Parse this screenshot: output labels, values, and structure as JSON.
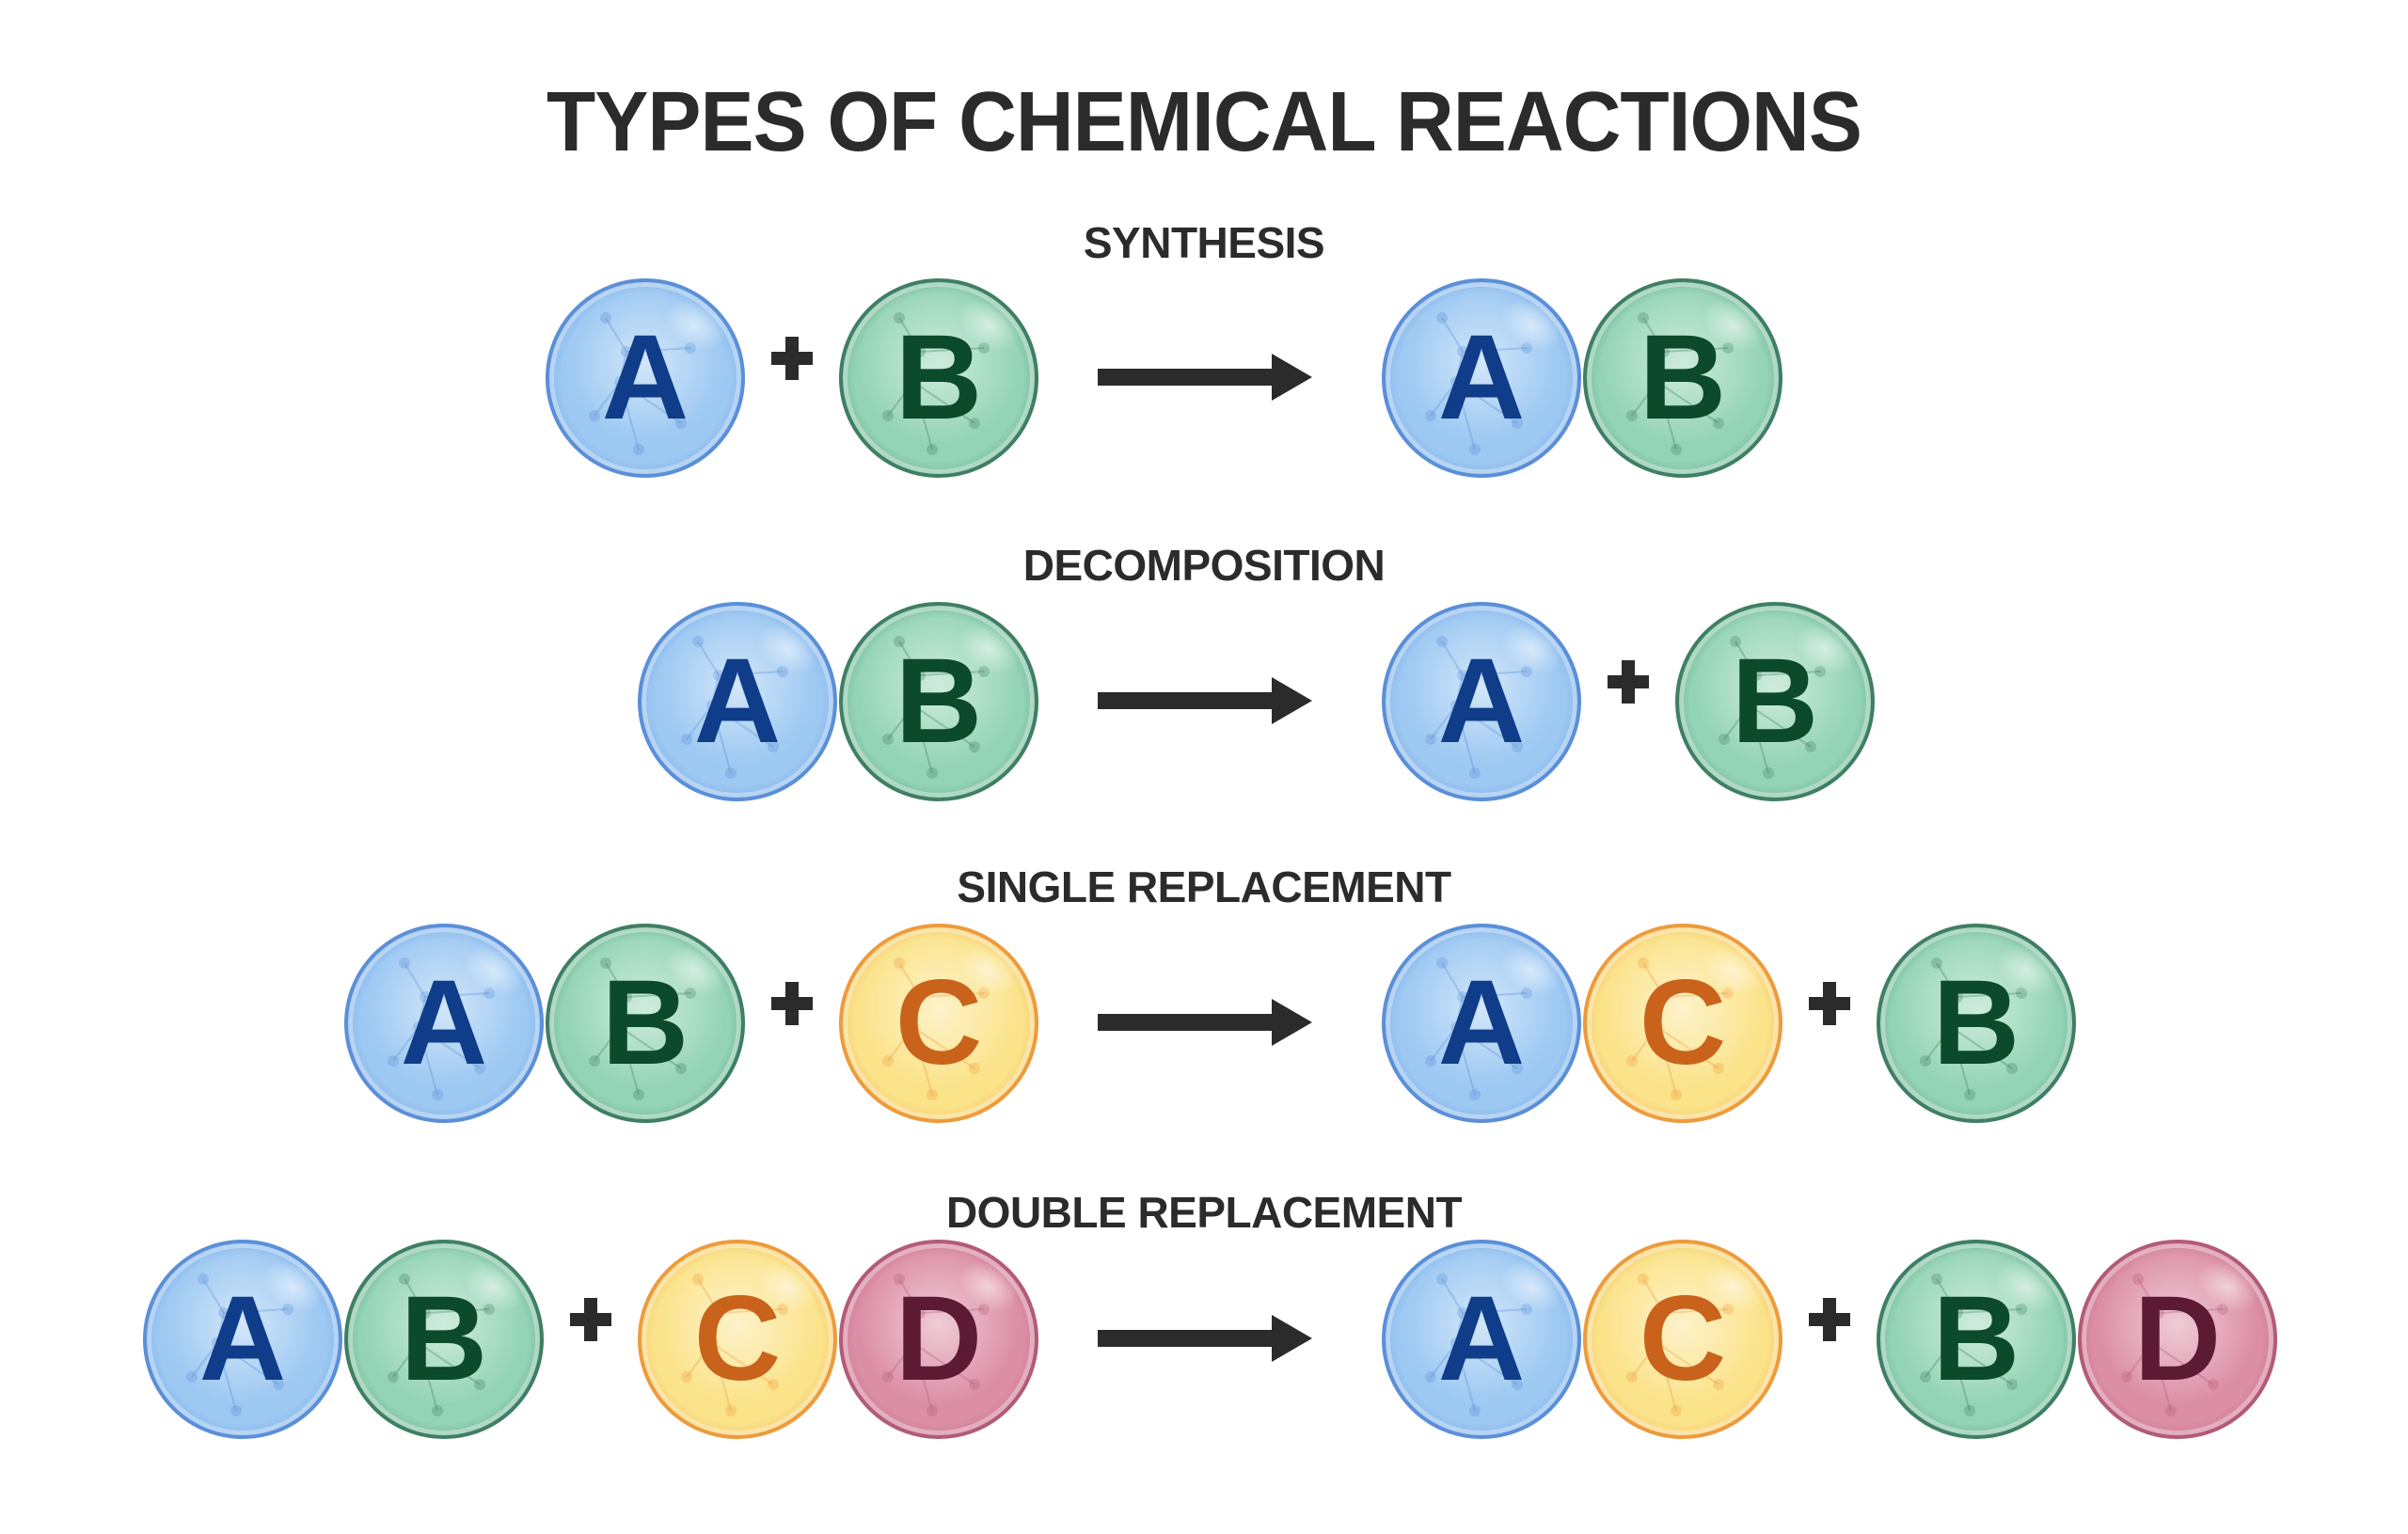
{
  "title": "TYPES OF CHEMICAL REACTIONS",
  "colors": {
    "text": "#2b2b2b",
    "A": {
      "fill": "#9cc8f2",
      "edge": "#5b8fd8",
      "letter": "#0f3d8a"
    },
    "B": {
      "fill": "#94d4b6",
      "edge": "#3f7f63",
      "letter": "#0b4a2a"
    },
    "C": {
      "fill": "#fbe38a",
      "edge": "#ee9b3c",
      "letter": "#c9631c"
    },
    "D": {
      "fill": "#dc8ea6",
      "edge": "#b25b78",
      "letter": "#5c1a33"
    }
  },
  "icons": {
    "plus": "plus-sign",
    "arrow": "right-arrow"
  },
  "reactions": [
    {
      "name": "SYNTHESIS",
      "reactants": [
        [
          "A"
        ],
        [
          "B"
        ]
      ],
      "products": [
        [
          "A",
          "B"
        ]
      ]
    },
    {
      "name": "DECOMPOSITION",
      "reactants": [
        [
          "A",
          "B"
        ]
      ],
      "products": [
        [
          "A"
        ],
        [
          "B"
        ]
      ]
    },
    {
      "name": "SINGLE REPLACEMENT",
      "reactants": [
        [
          "A",
          "B"
        ],
        [
          "C"
        ]
      ],
      "products": [
        [
          "A",
          "C"
        ],
        [
          "B"
        ]
      ]
    },
    {
      "name": "DOUBLE REPLACEMENT",
      "reactants": [
        [
          "A",
          "B"
        ],
        [
          "C",
          "D"
        ]
      ],
      "products": [
        [
          "A",
          "C"
        ],
        [
          "B",
          "D"
        ]
      ]
    }
  ]
}
